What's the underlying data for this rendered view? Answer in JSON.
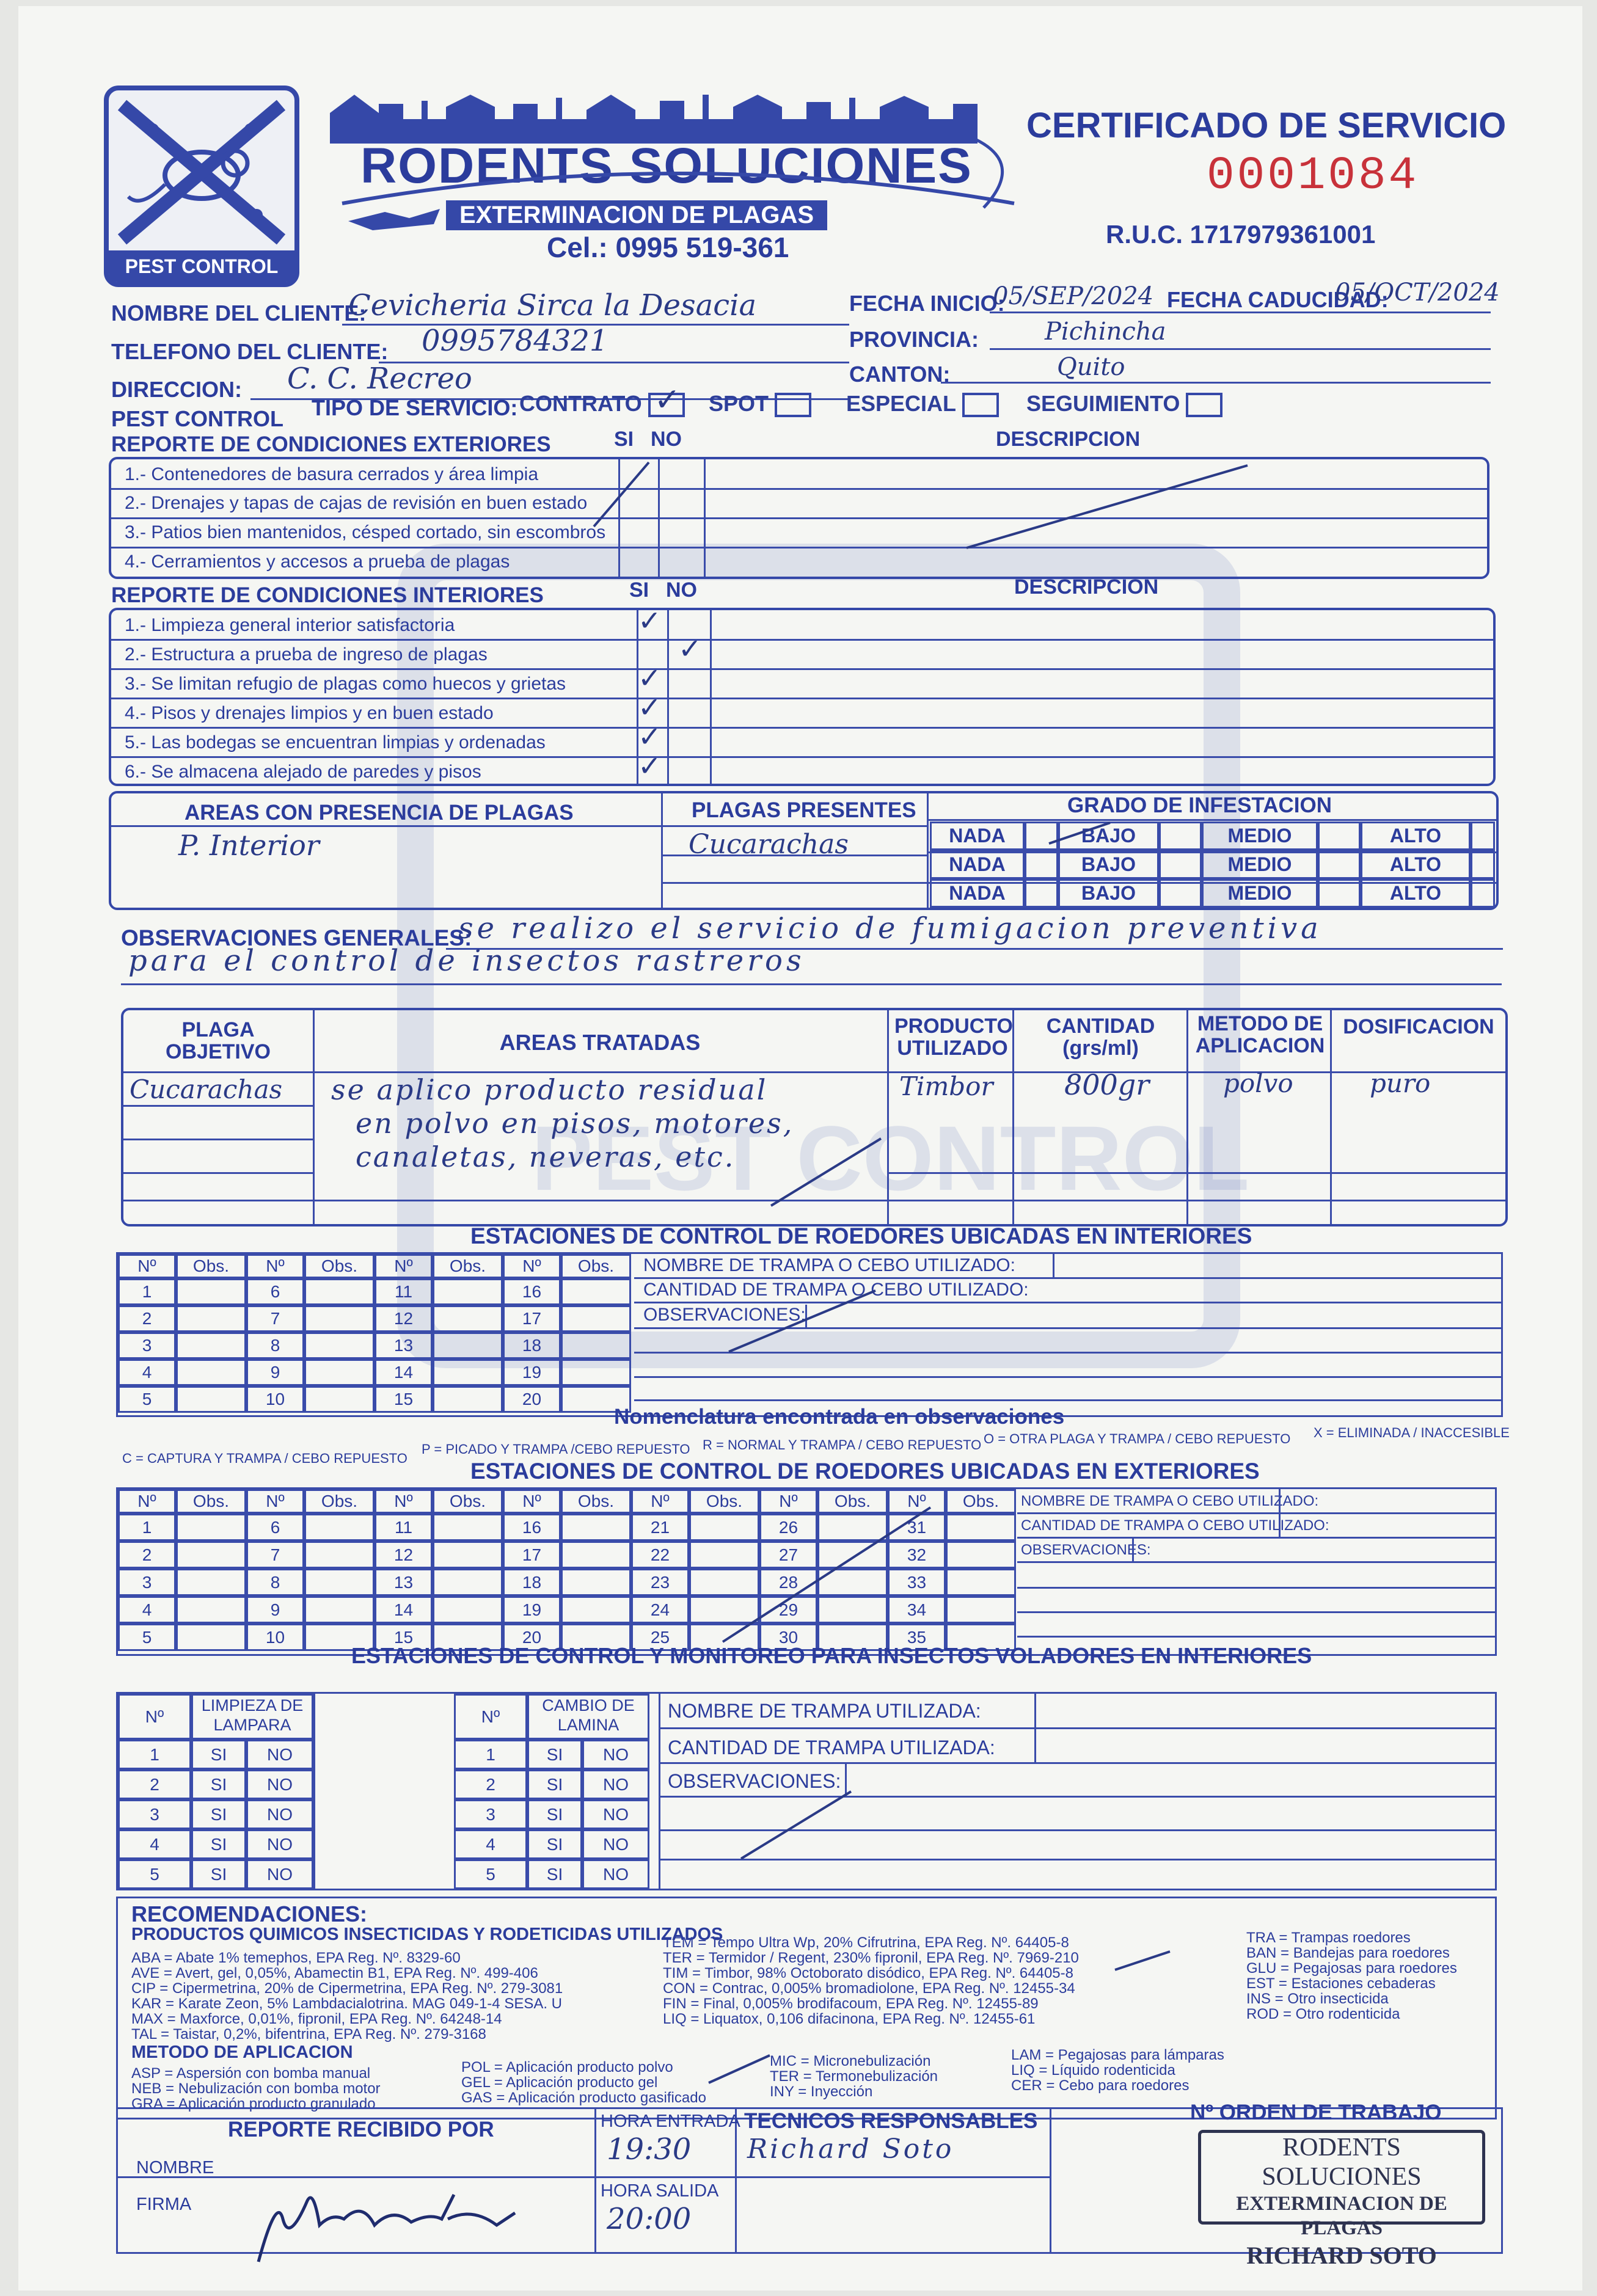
{
  "header": {
    "company": "RODENTS SOLUCIONES",
    "tagline": "EXTERMINACION DE PLAGAS",
    "phone": "Cel.: 0995 519-361",
    "logo_text": "PEST CONTROL",
    "doc_title": "CERTIFICADO DE SERVICIO",
    "doc_number": "0001084",
    "ruc": "R.U.C. 1717979361001"
  },
  "client": {
    "name_label": "NOMBRE DEL CLIENTE:",
    "name_value": "Cevicheria Sirca la Desacia",
    "phone_label": "TELEFONO DEL CLIENTE:",
    "phone_value": "0995784321",
    "address_label": "DIRECCION:",
    "address_value": "C. C. Recreo",
    "start_label": "FECHA INICIO:",
    "start_value": "05/SEP/2024",
    "expiry_label": "FECHA CADUCIDAD:",
    "expiry_value": "05/OCT/2024",
    "province_label": "PROVINCIA:",
    "province_value": "Pichincha",
    "canton_label": "CANTON:",
    "canton_value": "Quito"
  },
  "service_type": {
    "pest_label": "PEST CONTROL",
    "label": "TIPO DE SERVICIO:",
    "options": [
      "CONTRATO",
      "SPOT",
      "ESPECIAL",
      "SEGUIMIENTO"
    ],
    "checked": "CONTRATO"
  },
  "exterior": {
    "title": "REPORTE DE CONDICIONES EXTERIORES",
    "si": "SI",
    "no": "NO",
    "desc": "DESCRIPCION",
    "items": [
      "1.- Contenedores de basura cerrados y área limpia",
      "2.- Drenajes y tapas de cajas de revisión en buen estado",
      "3.- Patios bien mantenidos, césped cortado, sin escombros",
      "4.- Cerramientos y accesos a prueba de plagas"
    ]
  },
  "interior": {
    "title": "REPORTE DE CONDICIONES INTERIORES",
    "si": "SI",
    "no": "NO",
    "desc": "DESCRIPCION",
    "items": [
      "1.- Limpieza general interior satisfactoria",
      "2.- Estructura a prueba de ingreso de plagas",
      "3.- Se limitan refugio de plagas como huecos y grietas",
      "4.- Pisos y drenajes limpios y en buen estado",
      "5.- Las bodegas se encuentran limpias y ordenadas",
      "6.- Se almacena alejado de paredes y pisos"
    ]
  },
  "infestation": {
    "areas_title": "AREAS CON PRESENCIA DE PLAGAS",
    "areas_value": "P. Interior",
    "pests_title": "PLAGAS PRESENTES",
    "pests_value": "Cucarachas",
    "grade_title": "GRADO DE INFESTACION",
    "levels": [
      "NADA",
      "BAJO",
      "MEDIO",
      "ALTO"
    ]
  },
  "observations": {
    "label": "OBSERVACIONES GENERALES:",
    "line1": "se realizo el servicio de fumigacion preventiva",
    "line2": "para el control de insectos rastreros"
  },
  "treatment": {
    "headers": [
      "PLAGA OBJETIVO",
      "AREAS TRATADAS",
      "PRODUCTO UTILIZADO",
      "CANTIDAD (grs/ml)",
      "METODO DE APLICACION",
      "DOSIFICACION"
    ],
    "pest": "Cucarachas",
    "areas": [
      "se aplico producto residual",
      "en polvo en pisos, motores,",
      "canaletas, neveras, etc."
    ],
    "product": "Timbor",
    "quantity": "800gr",
    "method": "polvo",
    "dose": "puro"
  },
  "rodent_int": {
    "title": "ESTACIONES DE CONTROL DE ROEDORES UBICADAS EN INTERIORES",
    "no": "Nº",
    "obs": "Obs.",
    "trap_name": "NOMBRE DE TRAMPA O CEBO UTILIZADO:",
    "trap_qty": "CANTIDAD DE TRAMPA O CEBO UTILIZADO:",
    "observations": "OBSERVACIONES:"
  },
  "nomenclature": {
    "title": "Nomenclatura encontrada en observaciones",
    "items": [
      "C = CAPTURA Y TRAMPA / CEBO REPUESTO",
      "P = PICADO Y TRAMPA /CEBO REPUESTO",
      "R = NORMAL Y TRAMPA / CEBO REPUESTO",
      "O = OTRA PLAGA Y TRAMPA / CEBO REPUESTO",
      "X = ELIMINADA / INACCESIBLE"
    ]
  },
  "rodent_ext": {
    "title": "ESTACIONES DE CONTROL DE ROEDORES UBICADAS EN EXTERIORES",
    "trap_name": "NOMBRE DE TRAMPA O CEBO UTILIZADO:",
    "trap_qty": "CANTIDAD DE TRAMPA O CEBO UTILIZADO:",
    "observations": "OBSERVACIONES:"
  },
  "flying": {
    "title": "ESTACIONES DE CONTROL Y MONITOREO PARA INSECTOS VOLADORES EN INTERIORES",
    "no": "Nº",
    "lamp": "LIMPIEZA DE LAMPARA",
    "sheet": "CAMBIO DE LAMINA",
    "si": "SI",
    "nope": "NO",
    "trap_name": "NOMBRE DE TRAMPA UTILIZADA:",
    "trap_qty": "CANTIDAD DE TRAMPA UTILIZADA:",
    "observations": "OBSERVACIONES:"
  },
  "recommend": {
    "title": "RECOMENDACIONES:",
    "products_title": "PRODUCTOS QUIMICOS INSECTICIDAS Y RODETICIDAS UTILIZADOS",
    "col1": [
      "ABA = Abate 1% temephos, EPA Reg. Nº. 8329-60",
      "AVE = Avert, gel, 0,05%, Abamectin B1, EPA Reg. Nº. 499-406",
      "CIP = Cipermetrina, 20% de Cipermetrina, EPA Reg. Nº. 279-3081",
      "KAR = Karate Zeon, 5% Lambdacialotrina. MAG 049-1-4 SESA. U",
      "MAX = Maxforce, 0,01%, fipronil, EPA Reg. Nº. 64248-14",
      "TAL = Taistar, 0,2%, bifentrina, EPA Reg. Nº. 279-3168"
    ],
    "col2": [
      "TEM = Tempo Ultra Wp, 20% Cifrutrina, EPA Reg. Nº. 64405-8",
      "TER = Termidor / Regent, 230% fipronil, EPA Reg. Nº. 7969-210",
      "TIM = Timbor, 98% Octoborato disódico, EPA Reg. Nº. 64405-8",
      "CON = Contrac, 0,005% bromadiolone, EPA Reg. Nº. 12455-34",
      "FIN = Final, 0,005% brodifacoum, EPA Reg. Nº. 12455-89",
      "LIQ = Liquatox, 0,106 difacinona, EPA Reg. Nº. 12455-61"
    ],
    "col3": [
      "TRA = Trampas roedores",
      "BAN = Bandejas para roedores",
      "GLU = Pegajosas para roedores",
      "EST = Estaciones cebaderas",
      "INS = Otro insecticida",
      "ROD = Otro rodenticida"
    ],
    "method_title": "METODO DE APLICACION",
    "m1": [
      "ASP = Aspersión con bomba manual",
      "NEB = Nebulización con bomba motor",
      "GRA = Aplicación producto granulado"
    ],
    "m2": [
      "POL = Aplicación producto polvo",
      "GEL = Aplicación producto gel",
      "GAS = Aplicación producto gasificado"
    ],
    "m3": [
      "MIC = Micronebulización",
      "TER = Termonebulización",
      "INY = Inyección"
    ],
    "m4": [
      "LAM = Pegajosas para lámparas",
      "LIQ = Líquido rodenticida",
      "CER = Cebo para roedores"
    ]
  },
  "footer": {
    "received": "REPORTE RECIBIDO POR",
    "name_label": "NOMBRE",
    "sign_label": "FIRMA",
    "in_label": "HORA ENTRADA",
    "in_value": "19:30",
    "out_label": "HORA SALIDA",
    "out_value": "20:00",
    "tech_label": "TECNICOS RESPONSABLES",
    "tech_value": "Richard Soto",
    "order_label": "Nº ORDEN DE TRABAJO",
    "stamp": [
      "RODENTS SOLUCIONES",
      "EXTERMINACION DE PLAGAS",
      "RICHARD SOTO"
    ]
  }
}
